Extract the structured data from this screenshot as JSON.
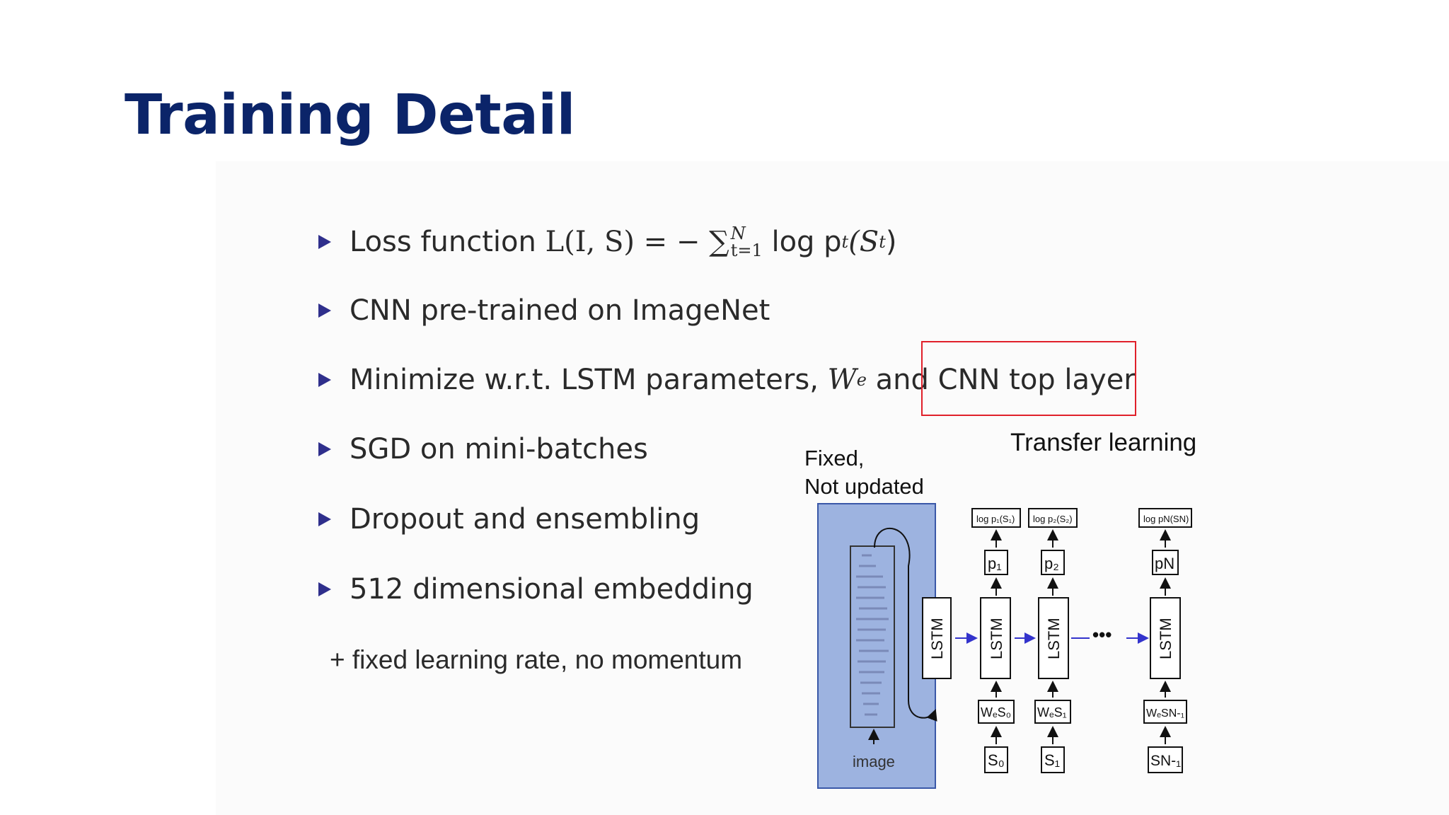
{
  "slide": {
    "title": "Training Detail",
    "bullets": {
      "loss_prefix": "Loss function ",
      "loss_formula": "L(I, S) = − ∑",
      "loss_sup": "N",
      "loss_sub": "t=1",
      "loss_suffix": " log p",
      "loss_p_sub": "t",
      "loss_end": "(S",
      "loss_end_sub": "t",
      "loss_close": ")",
      "cnn": "CNN pre-trained on ImageNet",
      "minimize_prefix": "Minimize w.r.t. LSTM parameters, ",
      "minimize_we": "W",
      "minimize_we_sub": "e",
      "minimize_mid": " and ",
      "minimize_highlight": "CNN top layer",
      "sgd": "SGD on mini-batches",
      "dropout": "Dropout and ensembling",
      "embedding": "512 dimensional embedding"
    },
    "extra_note": "+ fixed learning rate, no momentum",
    "annotations": {
      "fixed_line1": "Fixed,",
      "fixed_line2": "Not updated",
      "transfer": "Transfer learning"
    }
  },
  "diagram": {
    "image_label": "image",
    "lstm_label": "LSTM",
    "ellipsis": "•••",
    "columns": [
      {
        "log": "log p₁(S₁)",
        "p": "p₁",
        "we": "WₑS₀",
        "s": "S₀"
      },
      {
        "log": "log p₂(S₂)",
        "p": "p₂",
        "we": "WₑS₁",
        "s": "S₁"
      },
      {
        "log": "log pN(SN)",
        "p": "pN",
        "we": "WₑSN-₁",
        "s": "SN-₁"
      }
    ]
  },
  "colors": {
    "title": "#0b2469",
    "highlight_box": "#e0202a",
    "fixed_region": "#9db3e0",
    "arrow": "#3333cc"
  }
}
